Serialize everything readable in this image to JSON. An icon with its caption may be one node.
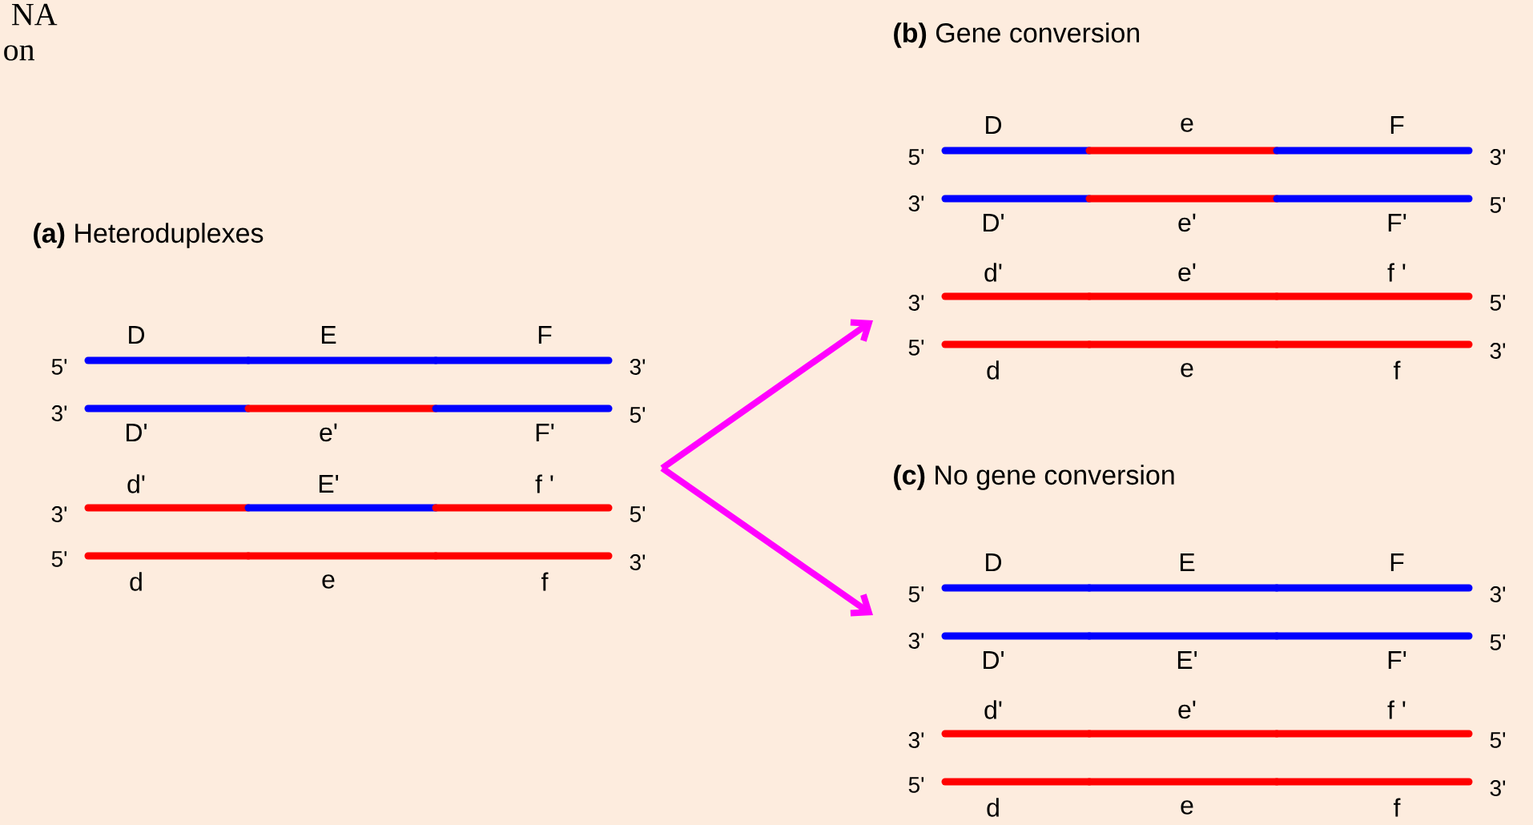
{
  "diagram": {
    "nodes": [
      {
        "text": [
          "**(a)** Heteroduplexes"
        ]
      },
      {
        "text": [
          "**(b)** Gene conversion"
        ]
      },
      {
        "text": [
          "**(c)** No gene conversion"
        ]
      }
    ],
    "edges": [
      {
        "from": 0,
        "to": 1,
        "arrow": "to",
        "color": "#ff00ff"
      },
      {
        "from": 0,
        "to": 2,
        "arrow": "to",
        "color": "#ff00ff"
      }
    ],
    "labels": [
      "NA",
      "on",
      "D",
      "E",
      "F",
      "5'",
      "3'",
      "3'",
      "5'",
      "D'",
      "e'",
      "F'",
      "d'",
      "E'",
      "f '",
      "3'",
      "5'",
      "5'",
      "3'",
      "d",
      "e",
      "f",
      "D",
      "e",
      "F",
      "5'",
      "3'",
      "3'",
      "5'",
      "D'",
      "e'",
      "F'",
      "d'",
      "e'",
      "f '",
      "3'",
      "5'",
      "5'",
      "3'",
      "d",
      "e",
      "f",
      "D",
      "E",
      "F",
      "5'",
      "3'",
      "3'",
      "5'",
      "D'",
      "E'",
      "F'",
      "d'",
      "e'",
      "f '",
      "3'",
      "5'",
      "5'",
      "3'",
      "d",
      "e",
      "f"
    ]
  }
}
